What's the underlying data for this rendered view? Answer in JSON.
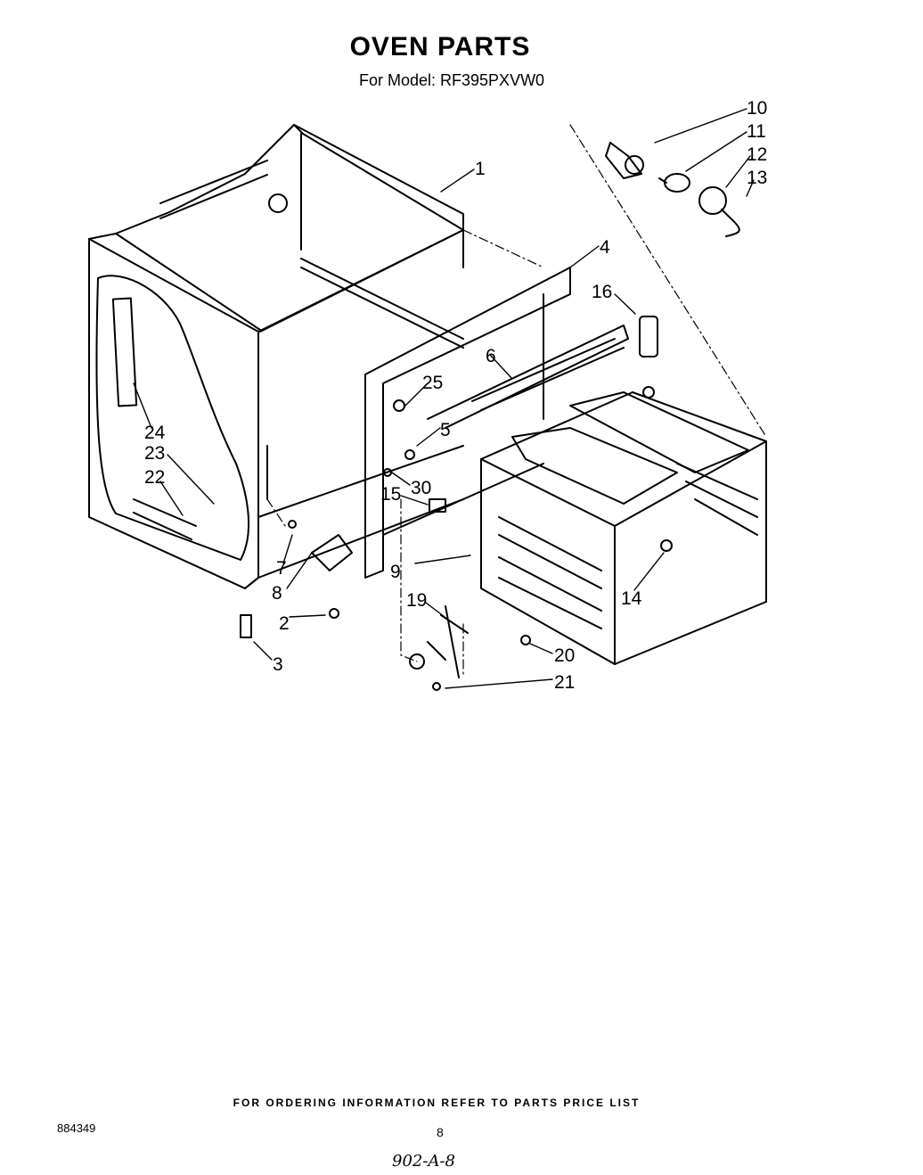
{
  "header": {
    "title": "OVEN PARTS",
    "model_line": "For Model: RF395PXVW0"
  },
  "callouts": [
    "1",
    "2",
    "3",
    "4",
    "5",
    "6",
    "7",
    "8",
    "9",
    "10",
    "11",
    "12",
    "13",
    "14",
    "15",
    "16",
    "19",
    "20",
    "21",
    "22",
    "23",
    "24",
    "25",
    "30"
  ],
  "footer": {
    "ordering_note": "FOR ORDERING INFORMATION REFER TO PARTS PRICE LIST",
    "doc_number": "884349",
    "page_number": "8",
    "handwritten_note": "902-A-8"
  }
}
